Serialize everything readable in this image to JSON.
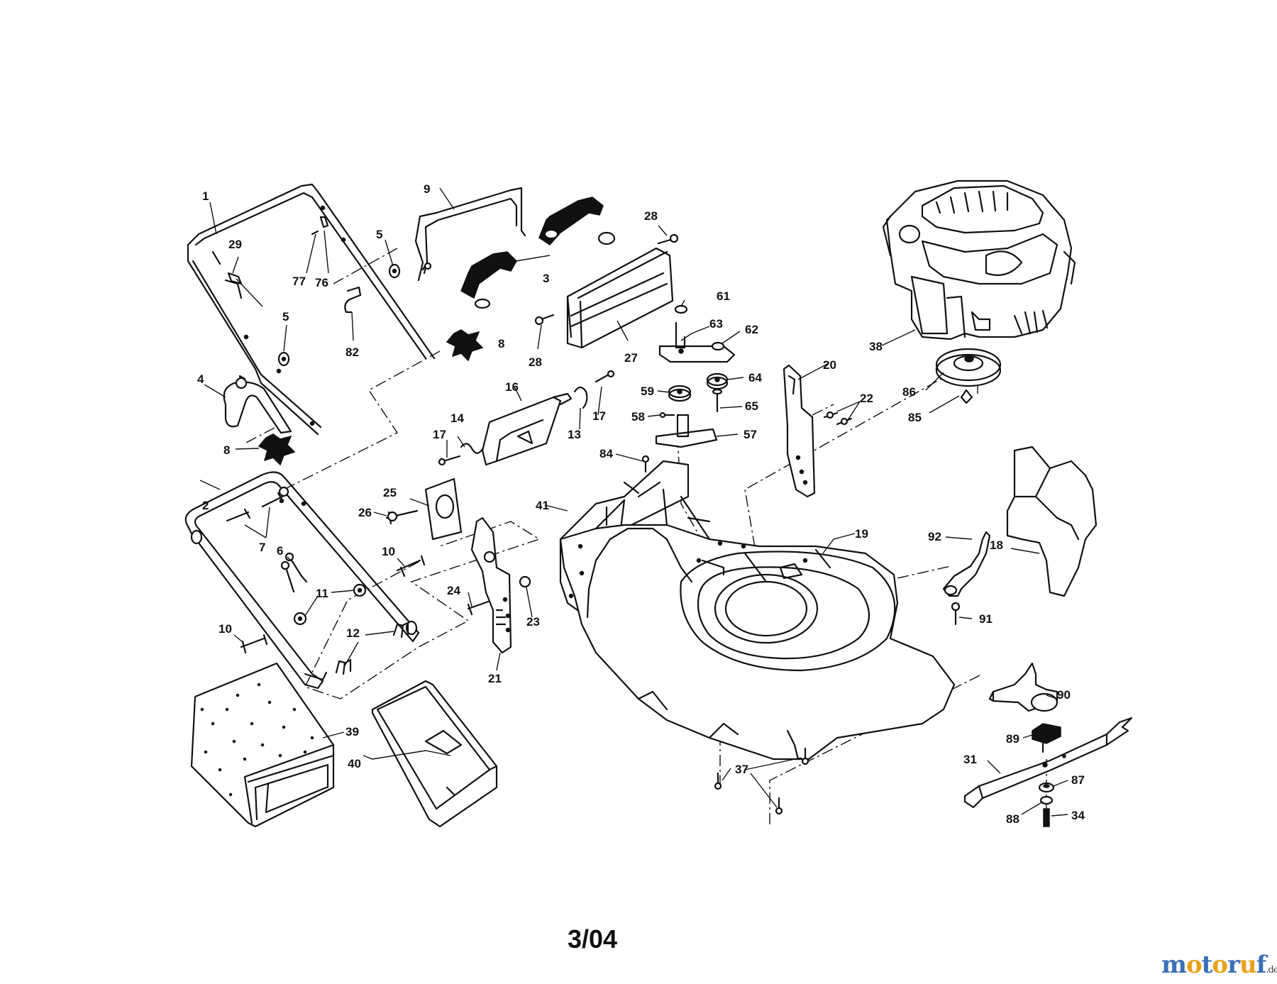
{
  "page_code": "3/04",
  "watermark": {
    "letters": [
      {
        "ch": "m",
        "color": "#3b6fb6"
      },
      {
        "ch": "o",
        "color": "#e8a21c"
      },
      {
        "ch": "t",
        "color": "#3b6fb6"
      },
      {
        "ch": "o",
        "color": "#e8a21c"
      },
      {
        "ch": "r",
        "color": "#3b6fb6"
      },
      {
        "ch": "u",
        "color": "#e8a21c"
      },
      {
        "ch": "f",
        "color": "#3b6fb6"
      }
    ],
    "suffix": ".de"
  },
  "parts": [
    {
      "id": "p1",
      "label": "1",
      "kind": "handle-upper"
    },
    {
      "id": "p2",
      "label": "2",
      "kind": "handle-lower"
    },
    {
      "id": "p3",
      "label": "3",
      "kind": "grip-foam"
    },
    {
      "id": "p4",
      "label": "4",
      "kind": "control-bail"
    },
    {
      "id": "p5a",
      "label": "5",
      "kind": "washer"
    },
    {
      "id": "p5b",
      "label": "5",
      "kind": "washer"
    },
    {
      "id": "p6",
      "label": "6",
      "kind": "bolt"
    },
    {
      "id": "p7",
      "label": "7",
      "kind": "bolt"
    },
    {
      "id": "p8a",
      "label": "8",
      "kind": "knob"
    },
    {
      "id": "p8b",
      "label": "8",
      "kind": "knob"
    },
    {
      "id": "p9",
      "label": "9",
      "kind": "handle-bar"
    },
    {
      "id": "p10a",
      "label": "10",
      "kind": "bolt"
    },
    {
      "id": "p10b",
      "label": "10",
      "kind": "bolt"
    },
    {
      "id": "p11",
      "label": "11",
      "kind": "nut"
    },
    {
      "id": "p12",
      "label": "12",
      "kind": "clip"
    },
    {
      "id": "p13",
      "label": "13",
      "kind": "spring"
    },
    {
      "id": "p14",
      "label": "14",
      "kind": "spring"
    },
    {
      "id": "p16",
      "label": "16",
      "kind": "rear-flap"
    },
    {
      "id": "p17a",
      "label": "17",
      "kind": "screw"
    },
    {
      "id": "p17b",
      "label": "17",
      "kind": "screw"
    },
    {
      "id": "p18",
      "label": "18",
      "kind": "baffle"
    },
    {
      "id": "p19",
      "label": "19",
      "kind": "deck"
    },
    {
      "id": "p20",
      "label": "20",
      "kind": "height-adjuster"
    },
    {
      "id": "p21",
      "label": "21",
      "kind": "height-adjuster"
    },
    {
      "id": "p22",
      "label": "22",
      "kind": "screw"
    },
    {
      "id": "p23",
      "label": "23",
      "kind": "nut"
    },
    {
      "id": "p24",
      "label": "24",
      "kind": "bolt"
    },
    {
      "id": "p25",
      "label": "25",
      "kind": "bracket"
    },
    {
      "id": "p26",
      "label": "26",
      "kind": "bolt"
    },
    {
      "id": "p27",
      "label": "27",
      "kind": "shield"
    },
    {
      "id": "p28a",
      "label": "28",
      "kind": "screw"
    },
    {
      "id": "p28b",
      "label": "28",
      "kind": "screw"
    },
    {
      "id": "p29",
      "label": "29",
      "kind": "cable-clip"
    },
    {
      "id": "p31",
      "label": "31",
      "kind": "blade"
    },
    {
      "id": "p34",
      "label": "34",
      "kind": "bolt"
    },
    {
      "id": "p37",
      "label": "37",
      "kind": "bolt"
    },
    {
      "id": "p38",
      "label": "38",
      "kind": "engine"
    },
    {
      "id": "p39",
      "label": "39",
      "kind": "grass-bag"
    },
    {
      "id": "p40",
      "label": "40",
      "kind": "bag-frame"
    },
    {
      "id": "p41",
      "label": "41",
      "kind": "deck-cover"
    },
    {
      "id": "p57",
      "label": "57",
      "kind": "pivot-plate"
    },
    {
      "id": "p58",
      "label": "58",
      "kind": "screw"
    },
    {
      "id": "p59",
      "label": "59",
      "kind": "pulley"
    },
    {
      "id": "p61",
      "label": "61",
      "kind": "nut"
    },
    {
      "id": "p62",
      "label": "62",
      "kind": "nut"
    },
    {
      "id": "p63",
      "label": "63",
      "kind": "idler-arm"
    },
    {
      "id": "p64",
      "label": "64",
      "kind": "pulley"
    },
    {
      "id": "p65",
      "label": "65",
      "kind": "bolt"
    },
    {
      "id": "p76",
      "label": "76",
      "kind": "cable-tie"
    },
    {
      "id": "p77",
      "label": "77",
      "kind": "screw"
    },
    {
      "id": "p82",
      "label": "82",
      "kind": "hook"
    },
    {
      "id": "p84",
      "label": "84",
      "kind": "screw"
    },
    {
      "id": "p85",
      "label": "85",
      "kind": "key"
    },
    {
      "id": "p86",
      "label": "86",
      "kind": "pulley"
    },
    {
      "id": "p87",
      "label": "87",
      "kind": "washer"
    },
    {
      "id": "p88",
      "label": "88",
      "kind": "washer"
    },
    {
      "id": "p89",
      "label": "89",
      "kind": "blade-adapter"
    },
    {
      "id": "p90",
      "label": "90",
      "kind": "fan"
    },
    {
      "id": "p91",
      "label": "91",
      "kind": "bolt"
    },
    {
      "id": "p92",
      "label": "92",
      "kind": "lever"
    }
  ]
}
